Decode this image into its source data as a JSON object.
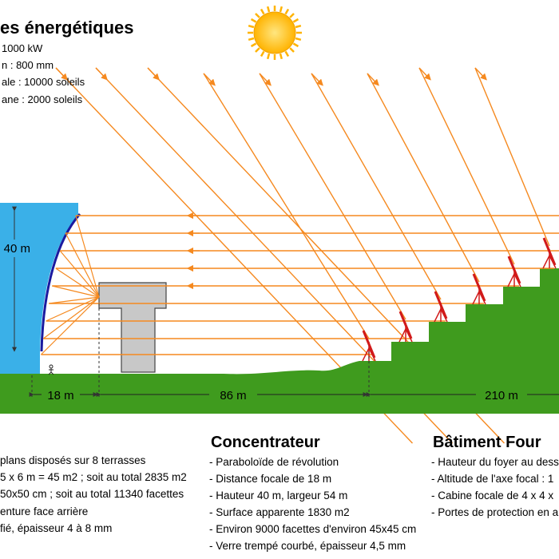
{
  "energy": {
    "title": "es énergétiques",
    "lines": [
      "1000 kW",
      "n : 800 mm",
      "ale : 10000 soleils",
      "ane : 2000 soleils"
    ]
  },
  "dimensions": {
    "height": "40 m",
    "d1": "18 m",
    "d2": "86 m",
    "d3": "210 m"
  },
  "heliostats": {
    "lines": [
      "plans disposés sur 8 terrasses",
      "5 x 6 m = 45 m2 ; soit au total 2835 m2",
      "50x50 cm ; soit au total 11340 facettes",
      "enture face arrière",
      "fié, épaisseur 4 à 8 mm"
    ]
  },
  "concentrateur": {
    "title": "Concentrateur",
    "lines": [
      "- Paraboloïde de révolution",
      "- Distance focale de 18 m",
      "- Hauteur 40 m, largeur 54 m",
      "- Surface apparente 1830 m2",
      "- Environ 9000 facettes d'environ 45x45 cm",
      "- Verre trempé courbé, épaisseur 4,5 mm"
    ]
  },
  "batiment": {
    "title": "Bâtiment Four",
    "lines": [
      "- Hauteur du foyer au dess",
      "- Altitude de l'axe focal : 1",
      "- Cabine focale de 4 x 4 x",
      "- Portes de protection en a"
    ]
  },
  "colors": {
    "ray": "#f5891f",
    "ground": "#3f9b1e",
    "building": "#3ab0e8",
    "mirror": "#1a1aa0",
    "tower": "#c8c8c8",
    "sun": "#ffc21a",
    "heliostat": "#d11a1a"
  }
}
